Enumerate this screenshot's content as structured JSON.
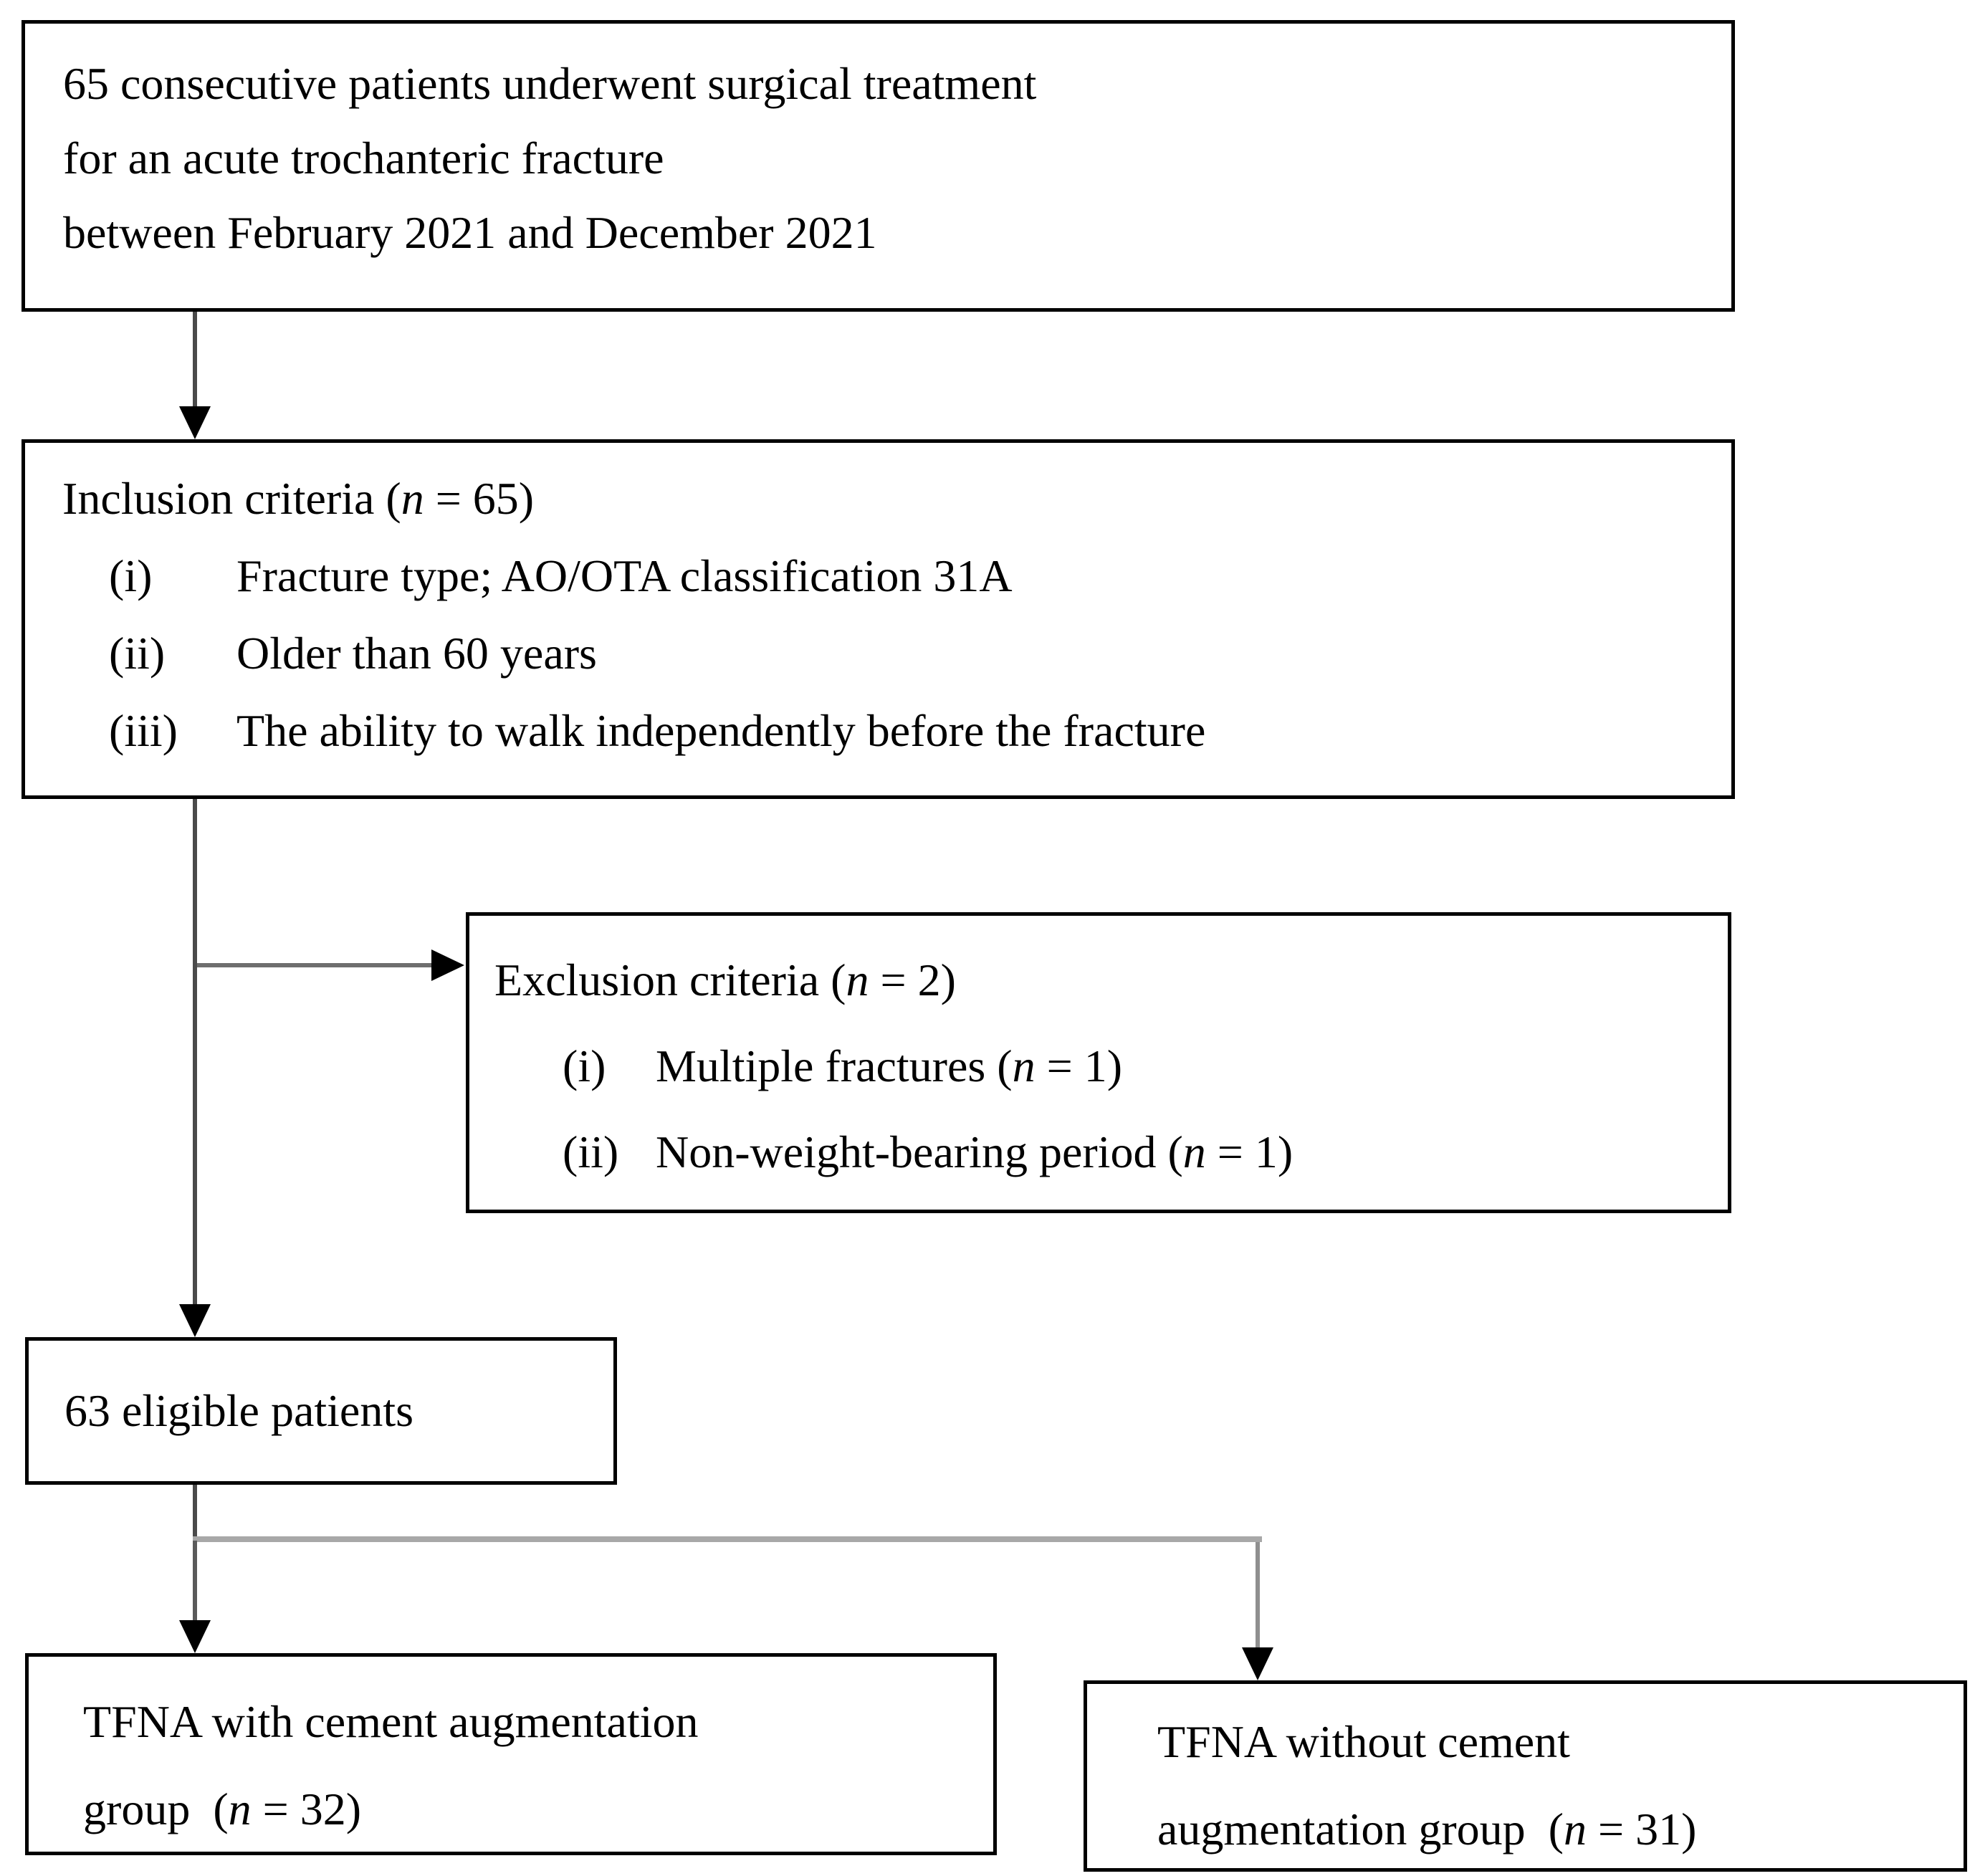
{
  "flowchart": {
    "boxes": {
      "enrolled": {
        "lines": [
          "65 consecutive patients underwent surgical treatment",
          "for an acute trochanteric fracture",
          "between February 2021 and December 2021"
        ]
      },
      "inclusion": {
        "title": [
          [
            "Inclusion criteria (",
            0
          ],
          [
            "n",
            1
          ],
          [
            " = 65)",
            0
          ]
        ],
        "items": [
          {
            "num": "(i)",
            "text": [
              [
                "Fracture type; AO/OTA classification 31A",
                0
              ]
            ]
          },
          {
            "num": "(ii)",
            "text": [
              [
                "Older than 60 years",
                0
              ]
            ]
          },
          {
            "num": "(iii)",
            "text": [
              [
                "The ability to walk independently before the fracture",
                0
              ]
            ]
          }
        ]
      },
      "exclusion": {
        "title": [
          [
            "Exclusion criteria (",
            0
          ],
          [
            "n",
            1
          ],
          [
            " = 2)",
            0
          ]
        ],
        "items": [
          {
            "num": "(i)",
            "text": [
              [
                "Multiple fractures (",
                0
              ],
              [
                "n",
                1
              ],
              [
                " = 1)",
                0
              ]
            ]
          },
          {
            "num": "(ii)",
            "text": [
              [
                "Non-weight-bearing period (",
                0
              ],
              [
                "n",
                1
              ],
              [
                " = 1)",
                0
              ]
            ]
          }
        ]
      },
      "eligible": {
        "text": "63 eligible patients"
      },
      "tfna_with": {
        "line1": "TFNA with cement augmentation",
        "line2": [
          [
            "group  (",
            0
          ],
          [
            "n",
            1
          ],
          [
            " = 32)",
            0
          ]
        ]
      },
      "tfna_without": {
        "line1": "TFNA without cement",
        "line2": [
          [
            "augmentation group  (",
            0
          ],
          [
            "n",
            1
          ],
          [
            " = 31)",
            0
          ]
        ]
      }
    },
    "connectors": [
      "arrow-enrolled-to-inclusion",
      "arrow-inclusion-to-eligible",
      "arrow-to-exclusion",
      "line-eligible-stub",
      "line-split-horizontal",
      "arrow-split-to-tfna-with",
      "arrow-split-to-tfna-without"
    ],
    "colors": {
      "box_border": "#000000",
      "text": "#000000",
      "arrow_stem_dark": "#4a4a4a",
      "branch_stem": "#6e6e6e",
      "split_line": "#a8a8a8",
      "arrowhead": "#000000",
      "background": "#ffffff"
    }
  }
}
